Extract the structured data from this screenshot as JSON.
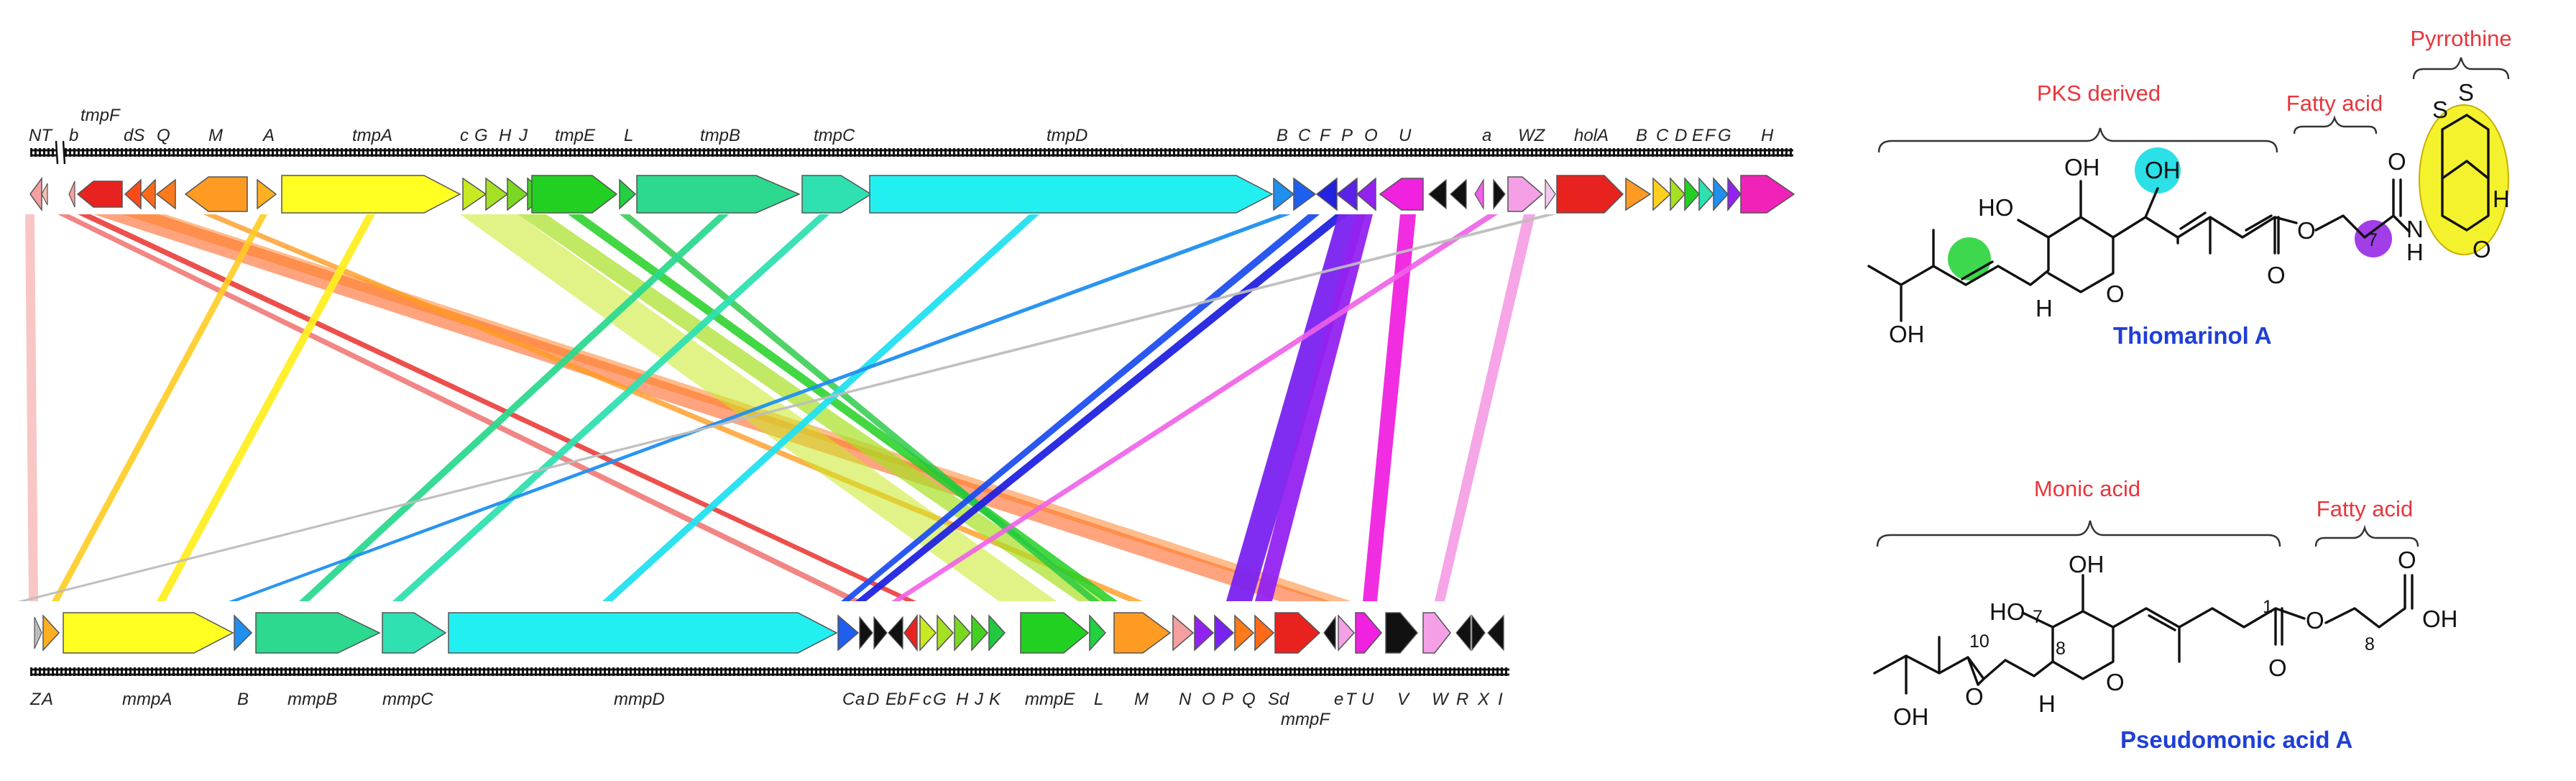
{
  "top_cluster": {
    "labels": [
      "NT",
      "b",
      "tmpF",
      "dS",
      "Q",
      "M",
      "A",
      "tmpA",
      "c",
      "G",
      "H",
      "J",
      "tmpE",
      "L",
      "tmpB",
      "tmpC",
      "tmpD",
      "B",
      "C",
      "F",
      "P",
      "O",
      "U",
      "a",
      "WZ",
      "holA",
      "B",
      "C",
      "D",
      "E",
      "F",
      "G",
      "H"
    ]
  },
  "bottom_cluster": {
    "labels": [
      "Z",
      "A",
      "mmpA",
      "B",
      "mmpB",
      "mmpC",
      "mmpD",
      "C",
      "a",
      "D",
      "Eb",
      "F",
      "c",
      "G",
      "H",
      "J",
      "K",
      "mmpE",
      "L",
      "M",
      "N",
      "O",
      "P",
      "Q",
      "Sd",
      "mmpF",
      "e",
      "T",
      "U",
      "V",
      "W",
      "R",
      "X",
      "I"
    ]
  },
  "compounds": {
    "thiomarinol": {
      "name": "Thiomarinol A",
      "regions": [
        "PKS derived",
        "Fatty acid",
        "Pyrrothine"
      ],
      "atoms": [
        "OH",
        "HO",
        "OH",
        "O",
        "O",
        "O",
        "H",
        "N",
        "H",
        "S",
        "S",
        "O",
        "OH",
        "H"
      ],
      "chain_count": "7"
    },
    "pseudomonic": {
      "name": "Pseudomonic acid A",
      "regions": [
        "Monic acid",
        "Fatty acid"
      ],
      "atoms": [
        "OH",
        "HO",
        "O",
        "O",
        "O",
        "O",
        "OH",
        "OH",
        "H",
        "O"
      ],
      "chain_count": "8",
      "numbering": [
        "7",
        "10",
        "8",
        "1"
      ]
    }
  },
  "colors": {
    "red": "#e8231f",
    "orange": "#ff7a1a",
    "amber": "#ff9b22",
    "yellow": "#ffff22",
    "lime": "#a6e022",
    "green": "#22d022",
    "seagreen": "#2cd98e",
    "turquoise": "#2fe0b0",
    "cyan": "#22f0f0",
    "blue": "#1f8ff0",
    "navy": "#2222e0",
    "violet": "#9322f0",
    "magenta": "#f022e0",
    "pink": "#f5a0e6",
    "salmon": "#f5a0a0",
    "black": "#111111",
    "grey": "#bdbdbd",
    "highlight_yellow": "#f4f22c",
    "highlight_green": "#3ed84f",
    "highlight_cyan": "#2be0e6",
    "highlight_purple": "#a23ee8"
  }
}
